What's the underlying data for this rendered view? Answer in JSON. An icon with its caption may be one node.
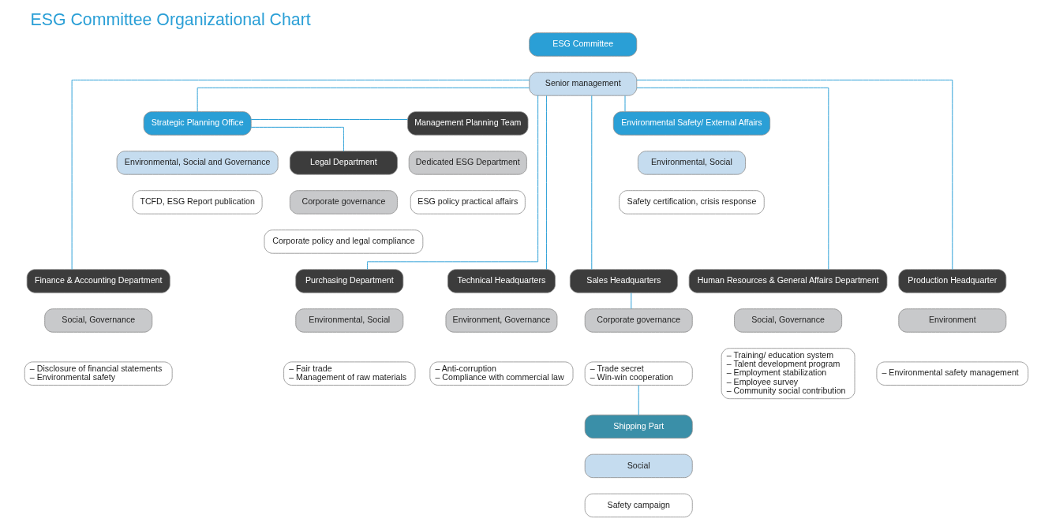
{
  "diagram": {
    "title": "ESG Committee Organizational Chart",
    "nodes": [
      {
        "text": [
          "ESG Committee"
        ]
      },
      {
        "text": [
          "Senior management"
        ]
      },
      {
        "text": [
          "Environmental Safety/ External Affairs"
        ]
      },
      {
        "text": [
          "Environmental, Social"
        ]
      },
      {
        "text": [
          "Safety certification, crisis response"
        ]
      },
      {
        "text": [
          "Strategic Planning Office"
        ]
      },
      {
        "text": [
          "Environmental, Social and Governance"
        ]
      },
      {
        "text": [
          "TCFD, ESG Report publication"
        ]
      },
      {
        "text": [
          "Management Planning Team"
        ]
      },
      {
        "text": [
          "Dedicated ESG Department"
        ]
      },
      {
        "text": [
          "ESG policy practical affairs"
        ]
      },
      {
        "text": [
          "Legal Department"
        ]
      },
      {
        "text": [
          "Corporate governance"
        ]
      },
      {
        "text": [
          "Corporate policy and legal compliance"
        ]
      },
      {
        "text": [
          "Sales Headquarters"
        ]
      },
      {
        "text": [
          "Production Headquarter"
        ]
      },
      {
        "text": [
          "Technical Headquarters"
        ]
      },
      {
        "text": [
          "Finance & Accounting Department"
        ]
      },
      {
        "text": [
          "Human Resources & General Affairs Department"
        ]
      },
      {
        "text": [
          "Purchasing Department"
        ]
      },
      {
        "text": [
          "Corporate governance"
        ]
      },
      {
        "text": [
          "– Trade secret",
          "– Win-win cooperation"
        ]
      },
      {
        "text": [
          "Shipping Part"
        ]
      },
      {
        "text": [
          "Social"
        ]
      },
      {
        "text": [
          "Safety campaign"
        ]
      },
      {
        "text": [
          "Environment"
        ]
      },
      {
        "text": [
          "– Environmental safety management"
        ]
      },
      {
        "text": [
          "Environment, Governance"
        ]
      },
      {
        "text": [
          "– Anti-corruption",
          "– Compliance with commercial law"
        ]
      },
      {
        "text": [
          "Social, Governance"
        ]
      },
      {
        "text": [
          "– Disclosure of financial statements",
          "– Environmental safety"
        ]
      },
      {
        "text": [
          "Social, Governance"
        ]
      },
      {
        "text": [
          "– Training/ education system",
          "– Talent development program",
          "– Employment stabilization",
          "– Employee survey",
          "– Community social contribution"
        ]
      },
      {
        "text": [
          "Environmental, Social"
        ]
      },
      {
        "text": [
          "– Fair trade",
          "– Management of raw materials"
        ]
      }
    ],
    "edges": [
      {
        "from": 1,
        "to": 2,
        "arrow": "none"
      },
      {
        "from": 1,
        "to": 5,
        "arrow": "none"
      },
      {
        "from": 5,
        "to": 8,
        "arrow": "none"
      },
      {
        "from": 5,
        "to": 11,
        "arrow": "none"
      },
      {
        "from": 1,
        "to": 14,
        "arrow": "none"
      },
      {
        "from": 1,
        "to": 15,
        "arrow": "none"
      },
      {
        "from": 1,
        "to": 16,
        "arrow": "none"
      },
      {
        "from": 1,
        "to": 17,
        "arrow": "none"
      },
      {
        "from": 1,
        "to": 18,
        "arrow": "none"
      },
      {
        "from": 1,
        "to": 19,
        "arrow": "none"
      },
      {
        "from": 14,
        "to": 20,
        "arrow": "none"
      },
      {
        "from": 21,
        "to": 22,
        "arrow": "none"
      }
    ]
  }
}
